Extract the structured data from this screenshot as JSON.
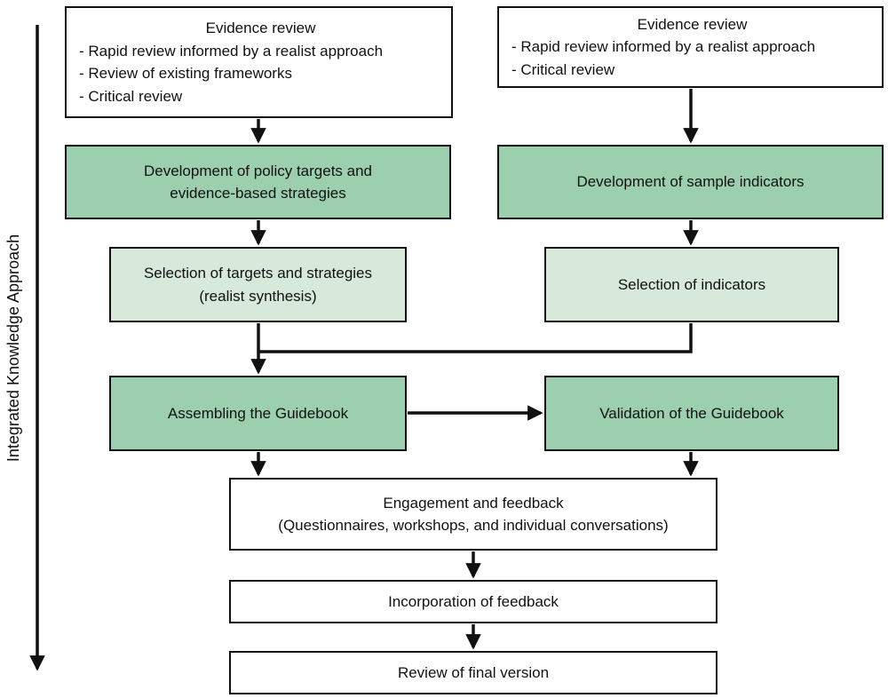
{
  "diagram": {
    "side_label": "Integrated Knowledge Approach",
    "colors": {
      "box_green": "#9bcfae",
      "box_light_green": "#d6e9da",
      "box_white": "#ffffff",
      "border": "#111111",
      "arrow": "#111111"
    },
    "boxes": {
      "evidence_left": {
        "title": "Evidence review",
        "bullets": [
          "- Rapid review informed by a realist approach",
          "- Review of existing frameworks",
          "- Critical review"
        ]
      },
      "evidence_right": {
        "title": "Evidence review",
        "bullets": [
          "- Rapid review informed by a realist approach",
          "- Critical review"
        ]
      },
      "dev_left": {
        "lines": [
          "Development of policy targets and",
          "evidence-based strategies"
        ]
      },
      "dev_right": {
        "lines": [
          "Development of sample indicators"
        ]
      },
      "sel_left": {
        "lines": [
          "Selection of targets and strategies",
          "(realist synthesis)"
        ]
      },
      "sel_right": {
        "lines": [
          "Selection of indicators"
        ]
      },
      "assembling": {
        "lines": [
          "Assembling the Guidebook"
        ]
      },
      "validation": {
        "lines": [
          "Validation of the Guidebook"
        ]
      },
      "engagement": {
        "lines": [
          "Engagement and feedback",
          "(Questionnaires, workshops, and individual conversations)"
        ]
      },
      "incorporation": {
        "lines": [
          "Incorporation of feedback"
        ]
      },
      "review_final": {
        "lines": [
          "Review of final version"
        ]
      }
    }
  }
}
